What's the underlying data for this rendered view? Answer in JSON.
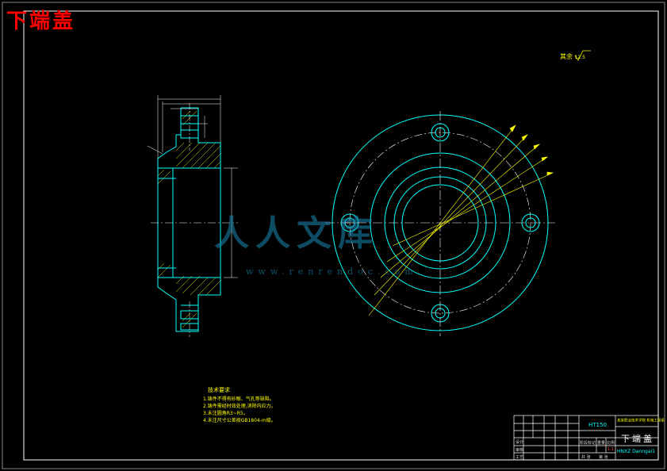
{
  "title": "下端盖",
  "watermark": {
    "text": "人人文库",
    "url": "www.renrendoc.com"
  },
  "roughness": {
    "label": "其余",
    "value": "12.5"
  },
  "notes": {
    "heading": "技术要求",
    "lines": [
      "1.铸件不得有砂眼、气孔等缺陷。",
      "2.铸件需经时效处理,消除内应力。",
      "3.未注圆角R3~R5。",
      "4.未注尺寸公差按GB1804-m级。"
    ]
  },
  "title_block": {
    "part_name": "下端盖",
    "material": "HT150",
    "school": "某某职业技术学院 机电工程系",
    "drawing_no": "HNXZ Danngai1",
    "row_labels": [
      "设计",
      "审核",
      "工艺"
    ],
    "header_labels": [
      "阶段标记",
      "重量",
      "比例"
    ],
    "footer_labels": [
      "共 张",
      "第 张"
    ],
    "scale": "1:1"
  },
  "colors": {
    "border": "#ffffff",
    "geometry": "#00ffff",
    "center": "#ffffff",
    "dim": "#ffff00",
    "hatch": "#ffff00"
  }
}
